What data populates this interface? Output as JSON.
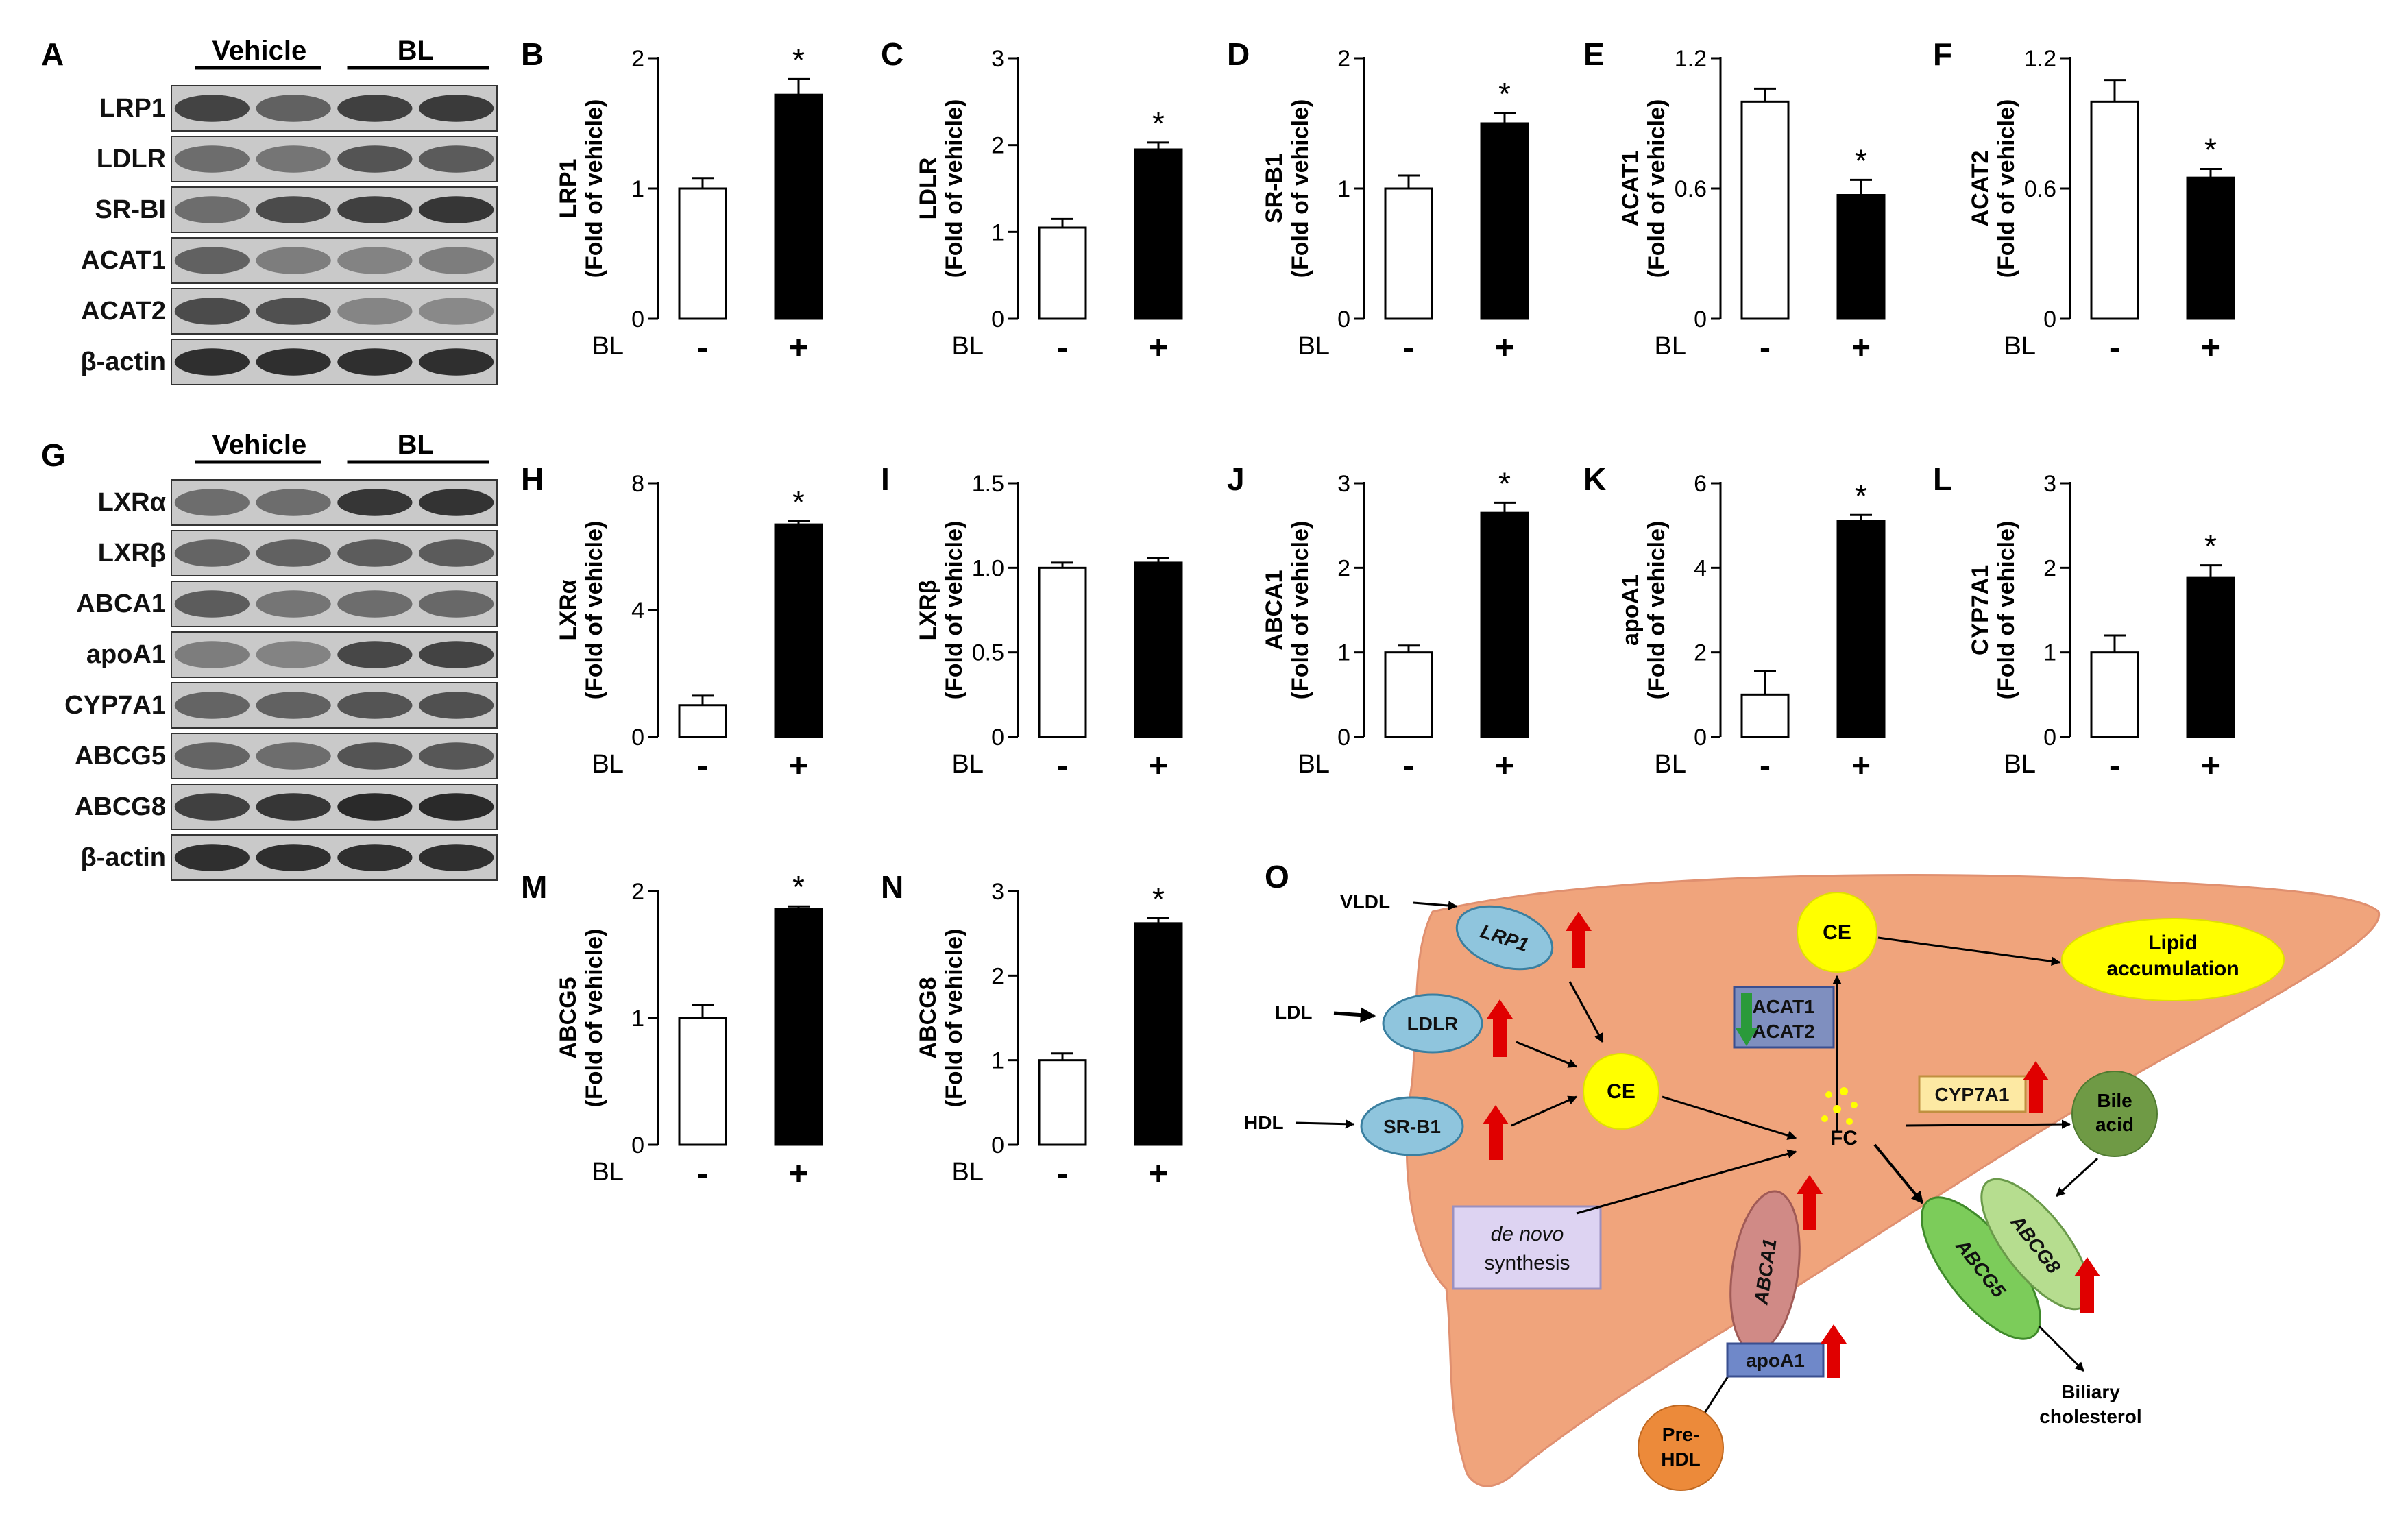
{
  "westerns": [
    {
      "letter": "A",
      "groups": [
        "Vehicle",
        "BL"
      ],
      "lanes": [
        {
          "label": "LRP1",
          "intensity": [
            0.8,
            0.62,
            0.82,
            0.85
          ]
        },
        {
          "label": "LDLR",
          "intensity": [
            0.55,
            0.5,
            0.7,
            0.66
          ]
        },
        {
          "label": "SR-BI",
          "intensity": [
            0.55,
            0.75,
            0.82,
            0.88
          ]
        },
        {
          "label": "ACAT1",
          "intensity": [
            0.62,
            0.45,
            0.42,
            0.45
          ]
        },
        {
          "label": "ACAT2",
          "intensity": [
            0.75,
            0.72,
            0.4,
            0.38
          ]
        },
        {
          "label": "β-actin",
          "intensity": [
            0.92,
            0.92,
            0.92,
            0.92
          ]
        }
      ]
    },
    {
      "letter": "G",
      "groups": [
        "Vehicle",
        "BL"
      ],
      "lanes": [
        {
          "label": "LXRα",
          "intensity": [
            0.55,
            0.55,
            0.88,
            0.9
          ]
        },
        {
          "label": "LXRβ",
          "intensity": [
            0.6,
            0.62,
            0.65,
            0.66
          ]
        },
        {
          "label": "ABCA1",
          "intensity": [
            0.65,
            0.5,
            0.55,
            0.58
          ]
        },
        {
          "label": "apoA1",
          "intensity": [
            0.45,
            0.42,
            0.78,
            0.8
          ]
        },
        {
          "label": "CYP7A1",
          "intensity": [
            0.6,
            0.62,
            0.7,
            0.72
          ]
        },
        {
          "label": "ABCG5",
          "intensity": [
            0.6,
            0.55,
            0.7,
            0.68
          ]
        },
        {
          "label": "ABCG8",
          "intensity": [
            0.82,
            0.88,
            0.95,
            0.95
          ]
        },
        {
          "label": "β-actin",
          "intensity": [
            0.92,
            0.92,
            0.92,
            0.92
          ]
        }
      ]
    }
  ],
  "chart_data": [
    {
      "letter": "B",
      "type": "bar",
      "xlabel": "BL",
      "categories": [
        "-",
        "+"
      ],
      "values": [
        1.0,
        1.72
      ],
      "errors": [
        0.08,
        0.12
      ],
      "significant": [
        false,
        true
      ],
      "ylabel": "LRP1",
      "ylabel2": "(Fold of vehicle)",
      "ylim": [
        0,
        2
      ],
      "yticks": [
        0,
        1,
        2
      ],
      "tick_labels": [
        "0",
        "1",
        "2"
      ],
      "star": "*"
    },
    {
      "letter": "C",
      "type": "bar",
      "xlabel": "BL",
      "categories": [
        "-",
        "+"
      ],
      "values": [
        1.05,
        1.95
      ],
      "errors": [
        0.1,
        0.08
      ],
      "significant": [
        false,
        true
      ],
      "ylabel": "LDLR",
      "ylabel2": "(Fold of vehicle)",
      "ylim": [
        0,
        3
      ],
      "yticks": [
        0,
        1,
        2,
        3
      ],
      "tick_labels": [
        "0",
        "1",
        "2",
        "3"
      ],
      "star": "*"
    },
    {
      "letter": "D",
      "type": "bar",
      "xlabel": "BL",
      "categories": [
        "-",
        "+"
      ],
      "values": [
        1.0,
        1.5
      ],
      "errors": [
        0.1,
        0.08
      ],
      "significant": [
        false,
        true
      ],
      "ylabel": "SR-B1",
      "ylabel2": "(Fold of vehicle)",
      "ylim": [
        0,
        2
      ],
      "yticks": [
        0,
        1,
        2
      ],
      "tick_labels": [
        "0",
        "1",
        "2"
      ],
      "star": "*"
    },
    {
      "letter": "E",
      "type": "bar",
      "xlabel": "BL",
      "categories": [
        "-",
        "+"
      ],
      "values": [
        1.0,
        0.57
      ],
      "errors": [
        0.06,
        0.07
      ],
      "significant": [
        false,
        true
      ],
      "ylabel": "ACAT1",
      "ylabel2": "(Fold of vehicle)",
      "ylim": [
        0,
        1.2
      ],
      "yticks": [
        0,
        0.6,
        1.2
      ],
      "tick_labels": [
        "0",
        "0.6",
        "1.2"
      ],
      "star": "*"
    },
    {
      "letter": "F",
      "type": "bar",
      "xlabel": "BL",
      "categories": [
        "-",
        "+"
      ],
      "values": [
        1.0,
        0.65
      ],
      "errors": [
        0.1,
        0.04
      ],
      "significant": [
        false,
        true
      ],
      "ylabel": "ACAT2",
      "ylabel2": "(Fold of vehicle)",
      "ylim": [
        0,
        1.2
      ],
      "yticks": [
        0,
        0.6,
        1.2
      ],
      "tick_labels": [
        "0",
        "0.6",
        "1.2"
      ],
      "star": "*"
    },
    {
      "letter": "H",
      "type": "bar",
      "xlabel": "BL",
      "categories": [
        "-",
        "+"
      ],
      "values": [
        1.0,
        6.7
      ],
      "errors": [
        0.3,
        0.1
      ],
      "significant": [
        false,
        true
      ],
      "ylabel": "LXRα",
      "ylabel2": "(Fold of vehicle)",
      "ylim": [
        0,
        8
      ],
      "yticks": [
        0,
        4,
        8
      ],
      "tick_labels": [
        "0",
        "4",
        "8"
      ],
      "star": "*"
    },
    {
      "letter": "I",
      "type": "bar",
      "xlabel": "BL",
      "categories": [
        "-",
        "+"
      ],
      "values": [
        1.0,
        1.03
      ],
      "errors": [
        0.03,
        0.03
      ],
      "significant": [
        false,
        false
      ],
      "ylabel": "LXRβ",
      "ylabel2": "(Fold of vehicle)",
      "ylim": [
        0,
        1.5
      ],
      "yticks": [
        0,
        0.5,
        1.0,
        1.5
      ],
      "tick_labels": [
        "0",
        "0.5",
        "1.0",
        "1.5"
      ],
      "star": ""
    },
    {
      "letter": "J",
      "type": "bar",
      "xlabel": "BL",
      "categories": [
        "-",
        "+"
      ],
      "values": [
        1.0,
        2.65
      ],
      "errors": [
        0.08,
        0.12
      ],
      "significant": [
        false,
        true
      ],
      "ylabel": "ABCA1",
      "ylabel2": "(Fold of vehicle)",
      "ylim": [
        0,
        3
      ],
      "yticks": [
        0,
        1,
        2,
        3
      ],
      "tick_labels": [
        "0",
        "1",
        "2",
        "3"
      ],
      "star": "*"
    },
    {
      "letter": "K",
      "type": "bar",
      "xlabel": "BL",
      "categories": [
        "-",
        "+"
      ],
      "values": [
        1.0,
        5.1
      ],
      "errors": [
        0.55,
        0.15
      ],
      "significant": [
        false,
        true
      ],
      "ylabel": "apoA1",
      "ylabel2": "(Fold of vehicle)",
      "ylim": [
        0,
        6
      ],
      "yticks": [
        0,
        2,
        4,
        6
      ],
      "tick_labels": [
        "0",
        "2",
        "4",
        "6"
      ],
      "star": "*"
    },
    {
      "letter": "L",
      "type": "bar",
      "xlabel": "BL",
      "categories": [
        "-",
        "+"
      ],
      "values": [
        1.0,
        1.88
      ],
      "errors": [
        0.2,
        0.15
      ],
      "significant": [
        false,
        true
      ],
      "ylabel": "CYP7A1",
      "ylabel2": "(Fold of vehicle)",
      "ylim": [
        0,
        3
      ],
      "yticks": [
        0,
        1,
        2,
        3
      ],
      "tick_labels": [
        "0",
        "1",
        "2",
        "3"
      ],
      "star": "*"
    },
    {
      "letter": "M",
      "type": "bar",
      "xlabel": "BL",
      "categories": [
        "-",
        "+"
      ],
      "values": [
        1.0,
        1.86
      ],
      "errors": [
        0.1,
        0.02
      ],
      "significant": [
        false,
        true
      ],
      "ylabel": "ABCG5",
      "ylabel2": "(Fold of vehicle)",
      "ylim": [
        0,
        2
      ],
      "yticks": [
        0,
        1,
        2
      ],
      "tick_labels": [
        "0",
        "1",
        "2"
      ],
      "star": "*"
    },
    {
      "letter": "N",
      "type": "bar",
      "xlabel": "BL",
      "categories": [
        "-",
        "+"
      ],
      "values": [
        1.0,
        2.62
      ],
      "errors": [
        0.08,
        0.06
      ],
      "significant": [
        false,
        true
      ],
      "ylabel": "ABCG8",
      "ylabel2": "(Fold of vehicle)",
      "ylim": [
        0,
        3
      ],
      "yticks": [
        0,
        1,
        2,
        3
      ],
      "tick_labels": [
        "0",
        "1",
        "2",
        "3"
      ],
      "star": "*"
    }
  ],
  "diagram": {
    "letter": "O",
    "colors": {
      "liver": "#f0a47c",
      "receptor": "#8fc5dd",
      "ce": "#ffff00",
      "up_arrow": "#ee0000",
      "down_arrow": "#2a9a3a",
      "acat_box": "#7f8fbf",
      "cyp_box": "#fde9a3",
      "denovo_box": "#ddd3f2",
      "bile": "#6f9a45",
      "abca1": "#d08a86",
      "abcg5": "#7ccc5a",
      "abcg8": "#b6dd8f",
      "prehdl": "#ec8a3a",
      "apoa1_box": "#6f88c9"
    },
    "inputs": {
      "vldl": "VLDL",
      "ldl": "LDL",
      "hdl": "HDL"
    },
    "receptors": {
      "lrp1": "LRP1",
      "ldlr": "LDLR",
      "srb1": "SR-B1"
    },
    "ce_inner": "CE",
    "ce_top": "CE",
    "lipid_accumulation": [
      "Lipid",
      "accumulation"
    ],
    "acat": [
      "ACAT1",
      "ACAT2"
    ],
    "fc": "FC",
    "cyp7a1": "CYP7A1",
    "bile_acid": [
      "Bile",
      "acid"
    ],
    "denovo": [
      "de novo",
      "synthesis"
    ],
    "abca1": "ABCA1",
    "abcg5": "ABCG5",
    "abcg8": "ABCG8",
    "apoa1": "apoA1",
    "prehdl": [
      "Pre-",
      "HDL"
    ],
    "biliary": [
      "Biliary",
      "cholesterol"
    ]
  }
}
